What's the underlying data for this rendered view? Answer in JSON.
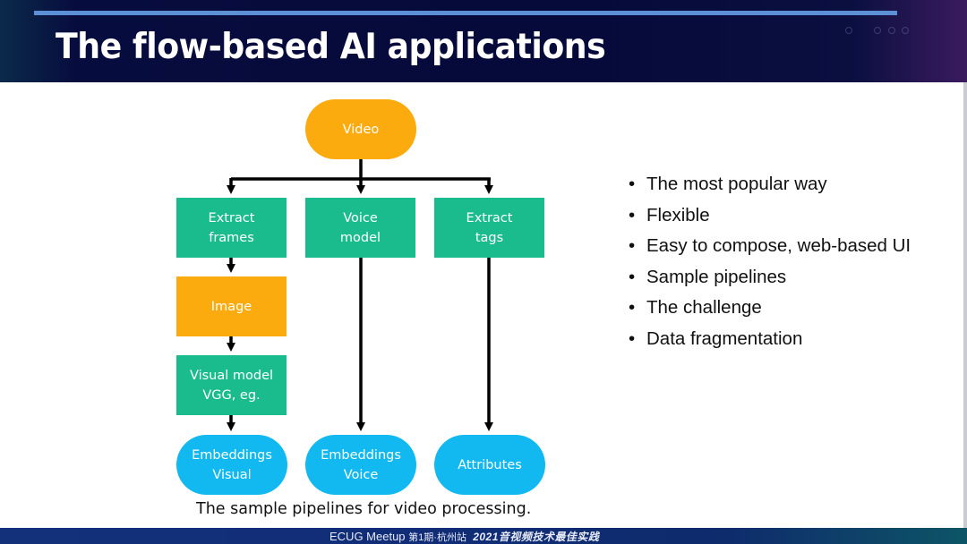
{
  "slide": {
    "title": "The flow-based AI applications",
    "colors": {
      "header_bg": "#060a3a",
      "accent_bar": "#5b8fd6",
      "process_green": "#1abc8e",
      "data_orange": "#fbab0e",
      "output_blue": "#12b9f0",
      "footer_bg": "#112d78"
    }
  },
  "diagram": {
    "source": {
      "label": "Video"
    },
    "branches": [
      {
        "steps": [
          "Extract\nframes",
          "Image",
          "Visual model\nVGG, eg."
        ],
        "output": "Embeddings\nVisual"
      },
      {
        "steps": [
          "Voice\nmodel"
        ],
        "output": "Embeddings\nVoice"
      },
      {
        "steps": [
          "Extract\ntags"
        ],
        "output": "Attributes"
      }
    ],
    "nodes": {
      "video": "Video",
      "extract_frames_1": "Extract",
      "extract_frames_2": "frames",
      "voice_model_1": "Voice",
      "voice_model_2": "model",
      "extract_tags_1": "Extract",
      "extract_tags_2": "tags",
      "image": "Image",
      "visual_model_1": "Visual model",
      "visual_model_2": "VGG, eg.",
      "emb_visual_1": "Embeddings",
      "emb_visual_2": "Visual",
      "emb_voice_1": "Embeddings",
      "emb_voice_2": "Voice",
      "attributes": "Attributes"
    },
    "caption": "The sample pipelines for video processing."
  },
  "bullets": {
    "marker": "•",
    "items": [
      "The most popular way",
      "Flexible",
      "Easy to compose, web-based UI",
      "Sample pipelines",
      "The challenge",
      "Data fragmentation"
    ]
  },
  "footer": {
    "event": "ECUG Meetup",
    "session": "第1期·杭州站",
    "theme": "2021音视频技术最佳实践"
  }
}
